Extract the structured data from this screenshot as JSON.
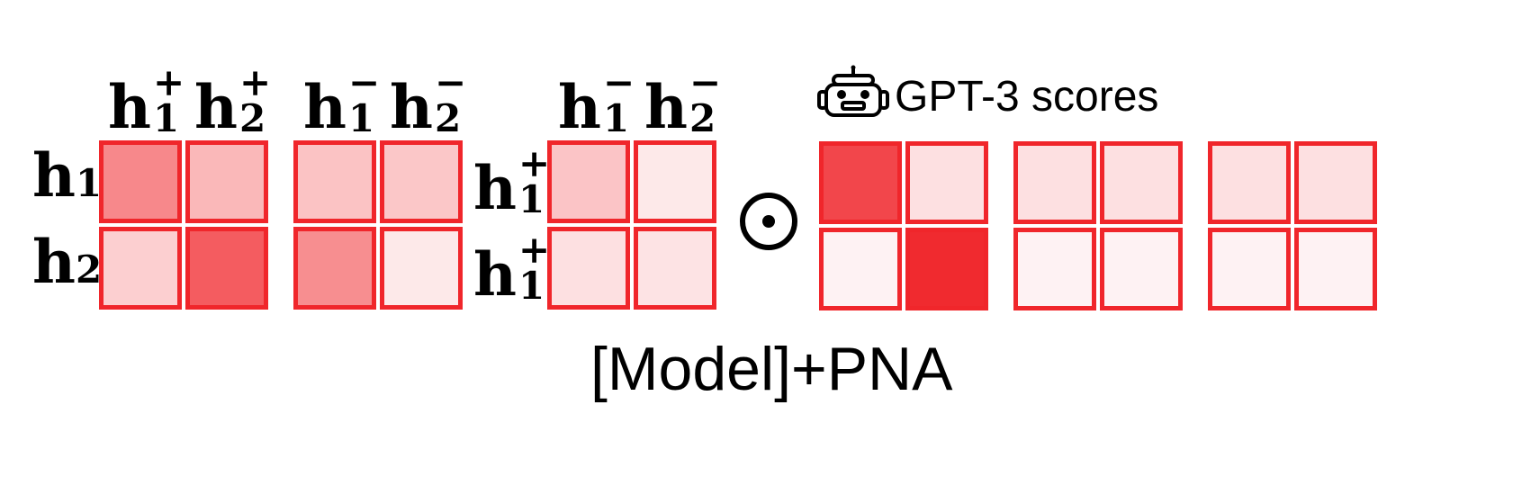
{
  "colors": {
    "cell_border": "#f0262b",
    "cell_fill": "#f0262b"
  },
  "symbols": {
    "h": "h",
    "one": "1",
    "two": "2",
    "plus": "+",
    "minus": "−",
    "product_operator": "⊙"
  },
  "gpt_label": {
    "icon": "robot-icon",
    "text": "GPT-3 scores"
  },
  "caption": "[Model]+PNA",
  "matrices": {
    "pos_pair_similarity": [
      [
        0.55,
        0.33
      ],
      [
        0.22,
        0.75
      ]
    ],
    "neg_pair_similarity": [
      [
        0.28,
        0.26
      ],
      [
        0.52,
        0.1
      ]
    ],
    "anchor_negative_similarity": [
      [
        0.27,
        0.1
      ],
      [
        0.14,
        0.13
      ]
    ],
    "gpt3_scores_pos_pair": [
      [
        0.85,
        0.14
      ],
      [
        0.06,
        0.98
      ]
    ],
    "gpt3_scores_neg_pair": [
      [
        0.14,
        0.14
      ],
      [
        0.06,
        0.06
      ]
    ],
    "gpt3_scores_anchor_neg": [
      [
        0.14,
        0.14
      ],
      [
        0.06,
        0.06
      ]
    ]
  }
}
